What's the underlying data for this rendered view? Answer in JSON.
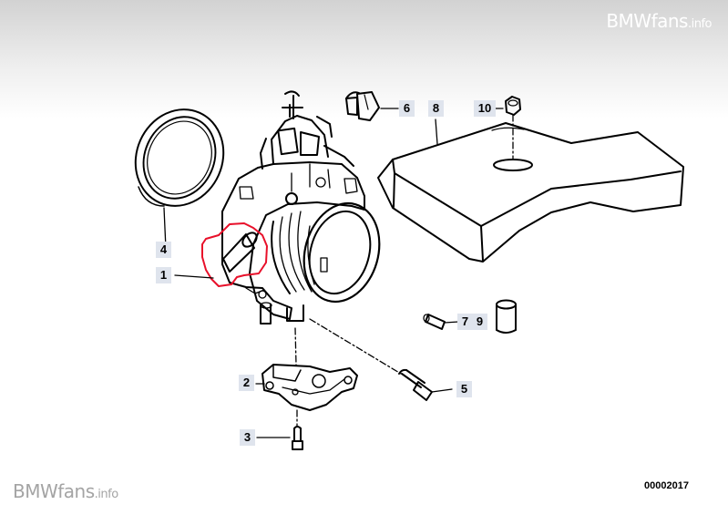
{
  "watermark": {
    "top_main": "BMWfans",
    "top_suffix": ".info",
    "bottom_main": "BMWfans",
    "bottom_suffix": ".info"
  },
  "figure_code": "00002017",
  "callouts": {
    "p1": "1",
    "p2": "2",
    "p3": "3",
    "p4": "4",
    "p5": "5",
    "p6": "6",
    "p7": "7",
    "p8": "8",
    "p9": "9",
    "p10": "10"
  },
  "colors": {
    "line": "#000000",
    "label_bg": "#dfe4ed",
    "highlight": "#e8102a",
    "watermark_light": "#ffffff",
    "watermark_dark": "#a4a4a4"
  }
}
